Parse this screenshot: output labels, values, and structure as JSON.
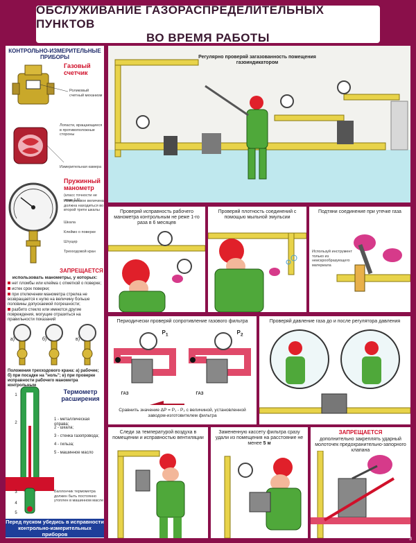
{
  "title": {
    "line1": "ОБСЛУЖИВАНИЕ ГАЗОРАСПРЕДЕЛИТЕЛЬНЫХ ПУНКТОВ",
    "line2": "ВО ВРЕМЯ РАБОТЫ"
  },
  "left": {
    "heading": "КОНТРОЛЬНО-ИЗМЕРИТЕЛЬНЫЕ ПРИБОРЫ",
    "gas_meter": "Газовый счетчик",
    "counter_mech": "Роликовый счетный механизм",
    "rotors": "Лопасти, вращающиеся в противоположные стороны",
    "chamber": "Измерительная камера",
    "manometer": "Пружинный манометр",
    "accuracy": "(класс точности не ниже 1,5)",
    "max_scale": "Измеряемое величина должна находиться во второй трети шкалы",
    "scale": "Шкала",
    "seal": "Клеймо о поверке",
    "fitting": "Штуцер",
    "valve": "Трехходовой кран",
    "forbidden": "ЗАПРЕЩАЕТСЯ",
    "use_manometers": "использовать манометры, у которых:",
    "f1": "нет пломбы или клейма с отметкой о поверке;",
    "f2": "истек срок поверки;",
    "f3": "при отключении манометра стрелка не возвращается к нулю на величину больше половины допускаемой погрешности;",
    "f4": "разбито стекло или имеются другие повреждения, могущие отразиться на правильности показаний",
    "valve_positions": "Положения трехходового крана: а) рабочее; б) при посадке на \"ноль\"; в) при проверке исправности рабочего манометра контрольным",
    "label_a": "а)",
    "label_b": "б)",
    "label_v": "в)",
    "thermometer": "Термометр расширения",
    "t1": "1 - металлическая оправа;",
    "t2": "2 - шкала;",
    "t3": "3 - стенка газопровода;",
    "t4": "4 - гильза;",
    "t5": "5 - машинное масло",
    "n1": "1",
    "n2": "2",
    "n3": "3",
    "n4": "4",
    "n5": "5",
    "bulb_note": "Баллончик термометра должен быть постоянно утоплен в машинном масле",
    "footer1": "Перед пуском убедись в исправности",
    "footer2": "контрольно-измерительных приборов"
  },
  "panels": {
    "main": "Регулярно проверяй загазованность помещения газоиндикатором",
    "p1": "Проверяй исправность рабочего манометра контрольным не реже 1-го раза в 6 месяцев",
    "p2": "Проверяй плотность соединений с помощью мыльной эмульсии",
    "p3": "Подтяни соединение при утечке газа",
    "p3_tool": "Используй инструмент только из неискрообразующего материала",
    "p4": "Периодически проверяй сопротивление газового фильтра",
    "p4_gas1": "ГАЗ",
    "p4_gas2": "ГАЗ",
    "p4_p1": "P",
    "p4_p1_sub": "1",
    "p4_p2": "P",
    "p4_p2_sub": "2",
    "p4_formula": "Сравнить значение ΔP = P₁ - P₂ с величиной, установленной заводом-изготовителем фильтра",
    "p5": "Проверяй давление газа до и после регулятора давления",
    "p6": "Следи за температурой воздуха в помещении и исправностью вентиляции",
    "p7_a": "Замененную кассету фильтра сразу удали из помещения на расстояние не менее ",
    "p7_b": "5 м",
    "p8_forbidden": "ЗАПРЕЩАЕТСЯ",
    "p8": "дополнительно закреплять ударный молоточек предохранительно-запорного клапана"
  },
  "page_number": "3",
  "colors": {
    "frame": "#8a0f4a",
    "pipe_yellow": "#e8d34a",
    "worker_green": "#4fa83a",
    "helmet_red": "#e0202a",
    "warn_red": "#d0102a",
    "footer_blue": "#1e3f9a"
  }
}
